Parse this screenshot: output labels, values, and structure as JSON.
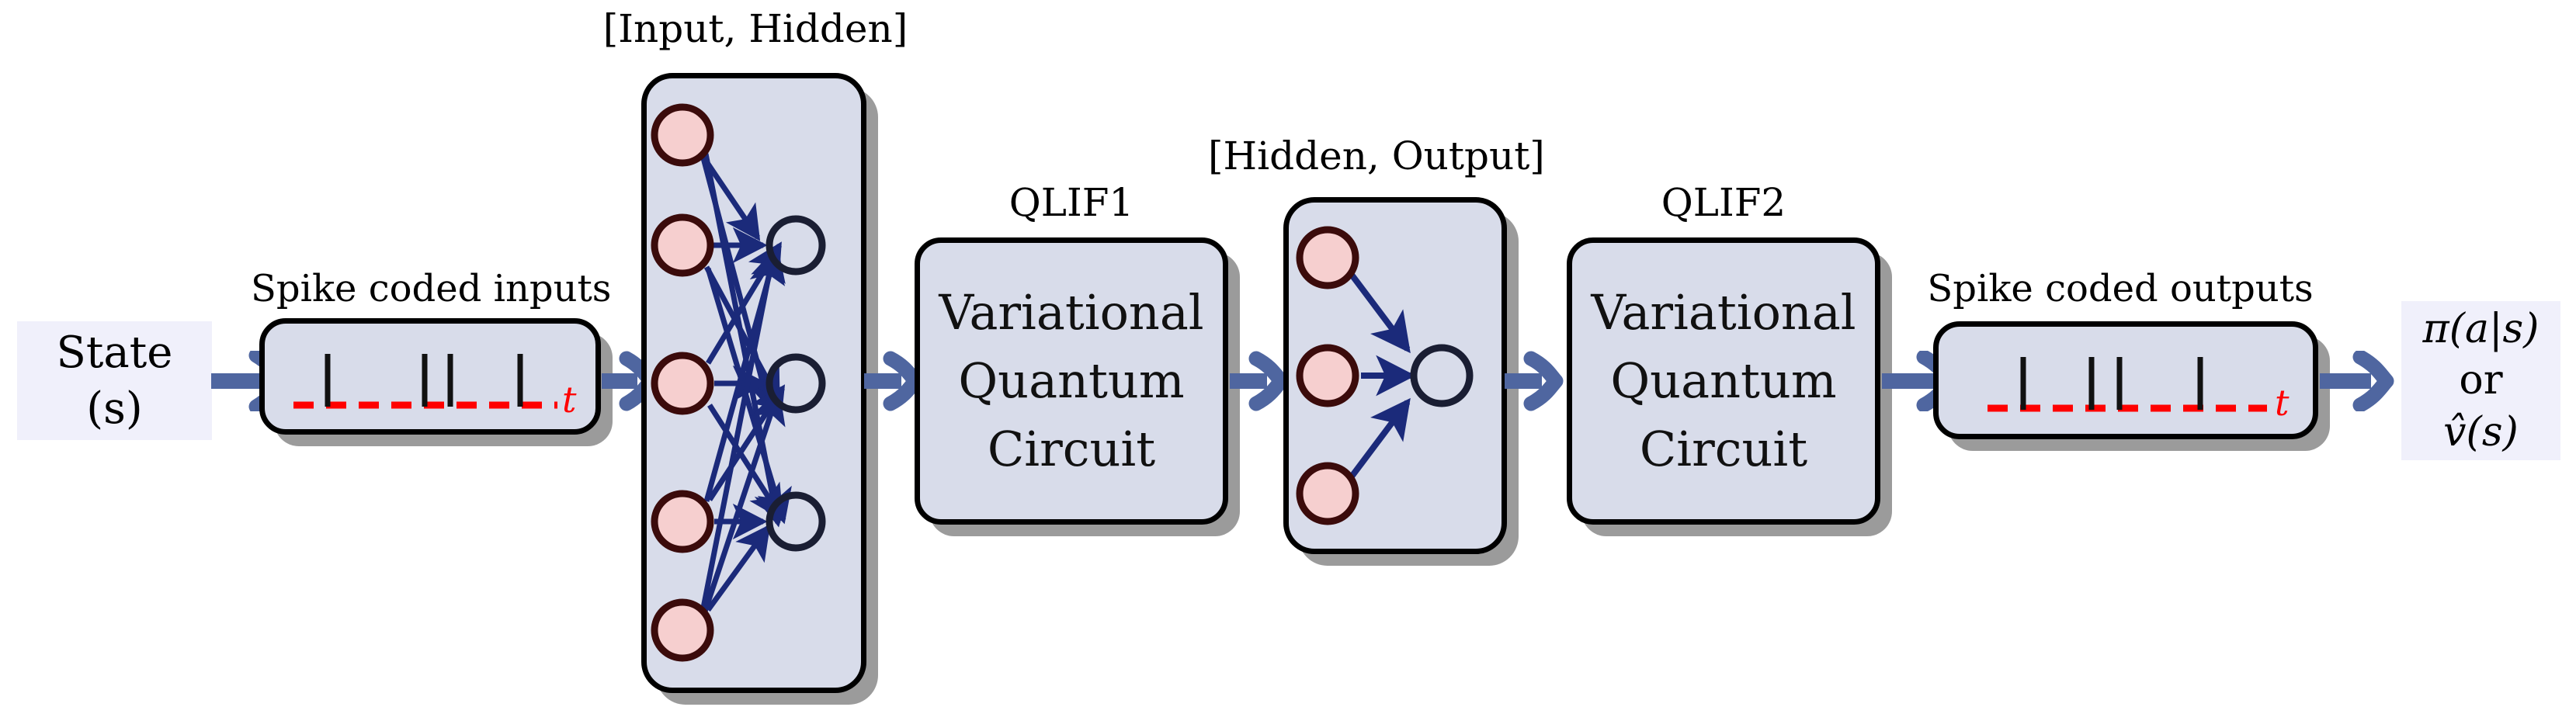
{
  "diagram": {
    "title": "Quantum spiking neural network policy/value architecture",
    "colors": {
      "panel_fill": "#D8DCEA",
      "panel_border": "#000000",
      "panel_shadow": "#969696",
      "flat_box_fill": "#F0F0FB",
      "node_input_fill": "#F6CFCF",
      "node_input_border": "#3B0B0B",
      "node_output_fill": "none",
      "node_output_border": "#1A1E33",
      "synapse_arrow": "#1B2A7A",
      "flow_arrow": "#4F66A0",
      "spike_line": "#111111",
      "spike_axis": "#FF0000"
    },
    "stages": [
      {
        "id": "state",
        "label_lines": [
          "State",
          "(s)"
        ],
        "kind": "flat-box"
      },
      {
        "id": "spike-inputs",
        "caption": "Spike coded inputs",
        "kind": "spike-panel",
        "axis_label": "t",
        "spike_count": 4
      },
      {
        "id": "input-hidden",
        "caption": "[Input, Hidden]",
        "kind": "network-panel",
        "left_nodes": 5,
        "right_nodes": 3
      },
      {
        "id": "qlif1",
        "caption": "QLIF1",
        "kind": "vqc-panel",
        "body_lines": [
          "Variational",
          "Quantum",
          "Circuit"
        ]
      },
      {
        "id": "hidden-output",
        "caption": "[Hidden, Output]",
        "kind": "network-panel",
        "left_nodes": 3,
        "right_nodes": 1
      },
      {
        "id": "qlif2",
        "caption": "QLIF2",
        "kind": "vqc-panel",
        "body_lines": [
          "Variational",
          "Quantum",
          "Circuit"
        ]
      },
      {
        "id": "spike-outputs",
        "caption": "Spike coded outputs",
        "kind": "spike-panel",
        "axis_label": "t",
        "spike_count": 4
      },
      {
        "id": "output",
        "label_lines": [
          "π(a|s)",
          "or",
          "v̂(s)"
        ],
        "kind": "flat-box"
      }
    ],
    "state_box": {
      "line1": "State",
      "line2": "(s)"
    },
    "input_spikes": {
      "caption": "Spike coded inputs",
      "axis_label": "t"
    },
    "input_hidden": {
      "caption": "[Input, Hidden]"
    },
    "qlif1": {
      "caption": "QLIF1",
      "line1": "Variational",
      "line2": "Quantum",
      "line3": "Circuit"
    },
    "hidden_output": {
      "caption": "[Hidden, Output]"
    },
    "qlif2": {
      "caption": "QLIF2",
      "line1": "Variational",
      "line2": "Quantum",
      "line3": "Circuit"
    },
    "output_spikes": {
      "caption": "Spike coded outputs",
      "axis_label": "t"
    },
    "output_box": {
      "line1": "π(a|s)",
      "line2": "or",
      "line3": "v̂(s)"
    }
  }
}
